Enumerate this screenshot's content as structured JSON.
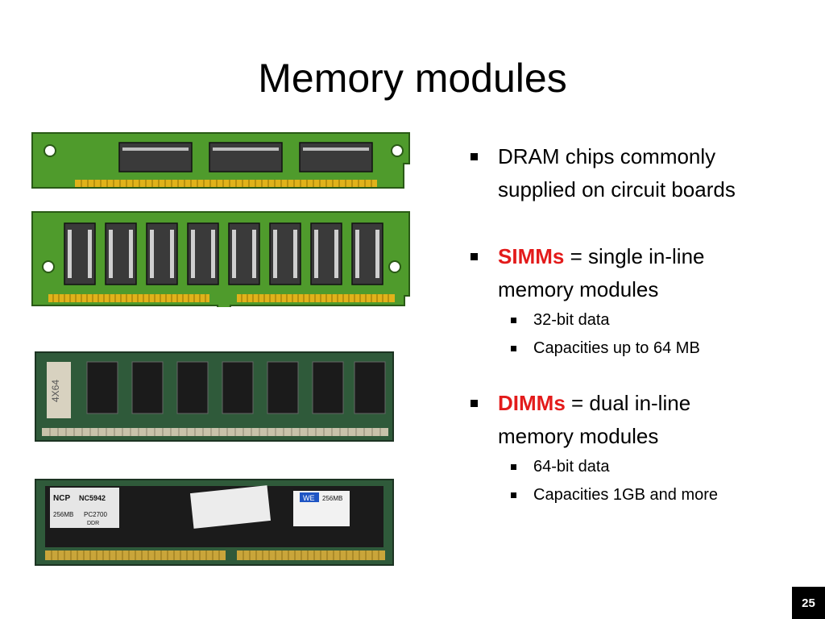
{
  "slide": {
    "title": "Memory modules",
    "page_number": "25"
  },
  "bullets": [
    {
      "text": "DRAM chips commonly supplied on circuit boards",
      "line1": "DRAM chips commonly",
      "line2": "supplied on circuit boards"
    },
    {
      "term": "SIMMs",
      "rest1": " = single in-line",
      "line2": "memory modules",
      "sub": [
        "32-bit data",
        "Capacities up to 64 MB"
      ]
    },
    {
      "term": "DIMMs",
      "rest1": " = dual in-line",
      "line2": "memory modules",
      "sub": [
        "64-bit data",
        "Capacities 1GB and more"
      ]
    }
  ],
  "images": {
    "module_labels": {
      "simm_photo": "4X64",
      "dimm_photo_brand": "NCP",
      "dimm_photo_part": "NC5942",
      "dimm_photo_size": "256MB",
      "dimm_photo_speed": "PC2700",
      "dimm_photo_type": "DDR",
      "dimm_sticker": "256MB",
      "dimm_sticker_code": "WE"
    }
  },
  "colors": {
    "accent_red": "#e31b1b",
    "board_green": "#4f9b2c",
    "photo_board": "#2f5a3a",
    "gold_contacts": "#e0b21a"
  }
}
